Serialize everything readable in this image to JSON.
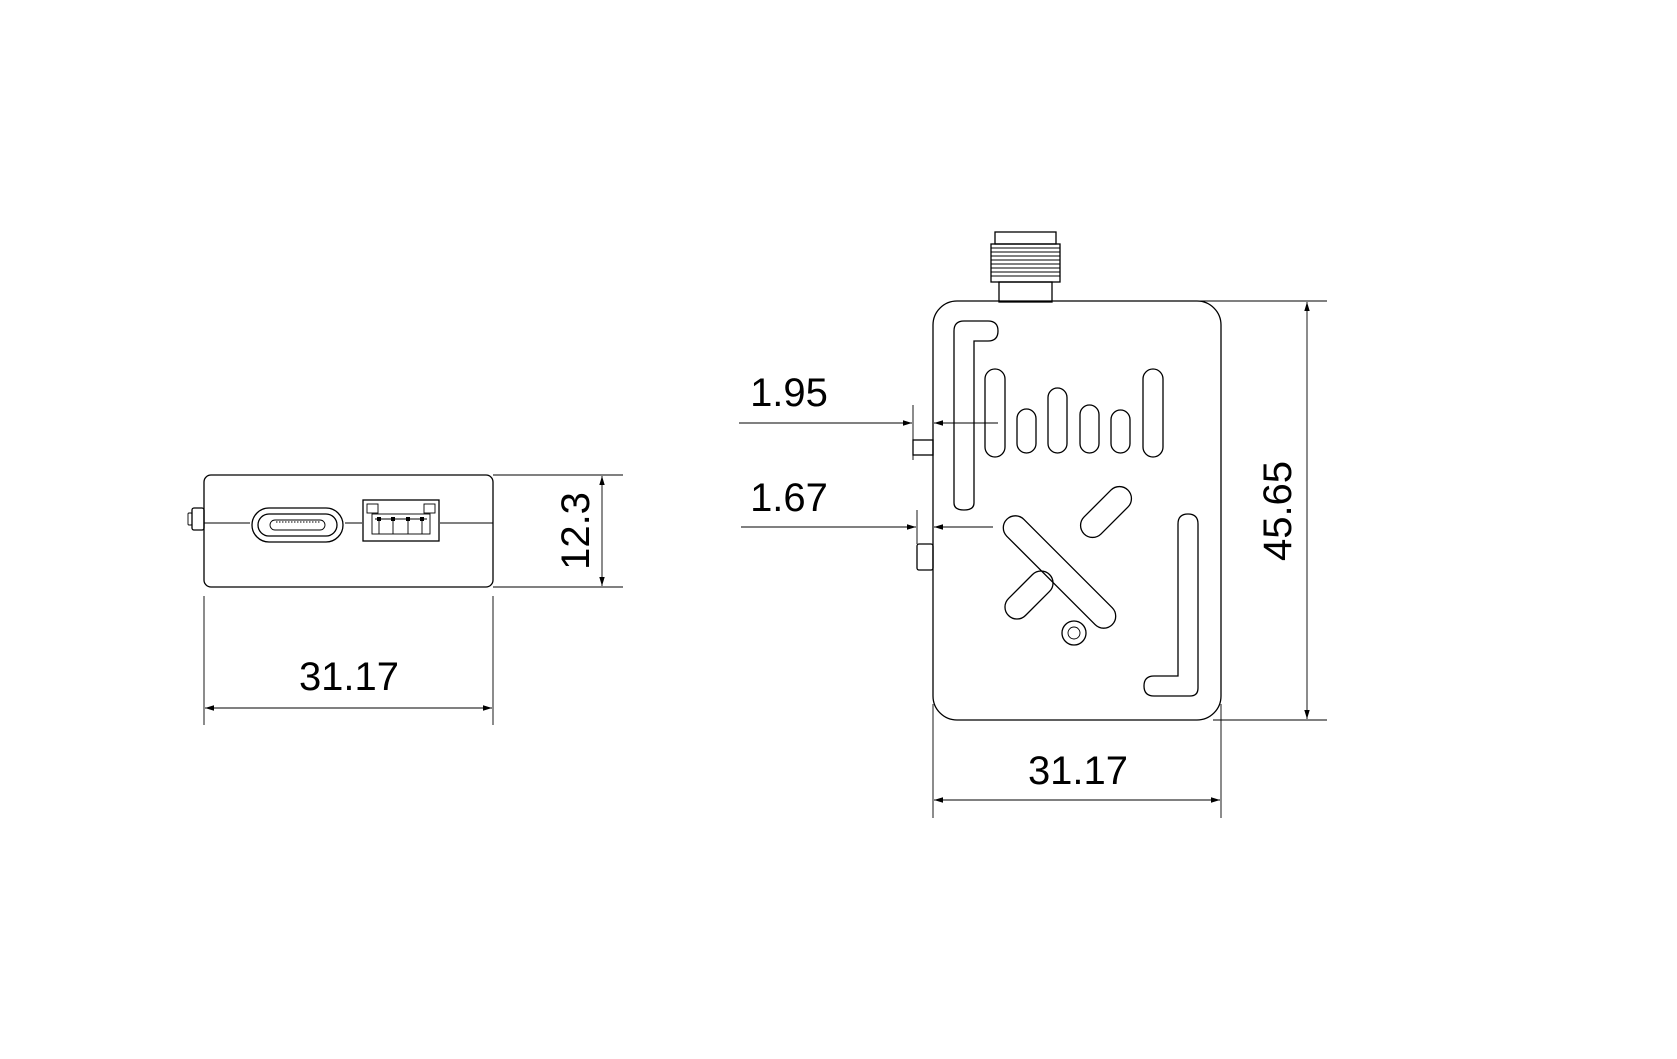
{
  "drawing": {
    "front_view": {
      "width_label": "31.17",
      "height_label": "12.3"
    },
    "top_view": {
      "width_label": "31.17",
      "height_label": "45.65",
      "offset_upper_label": "1.95",
      "offset_lower_label": "1.67"
    }
  }
}
